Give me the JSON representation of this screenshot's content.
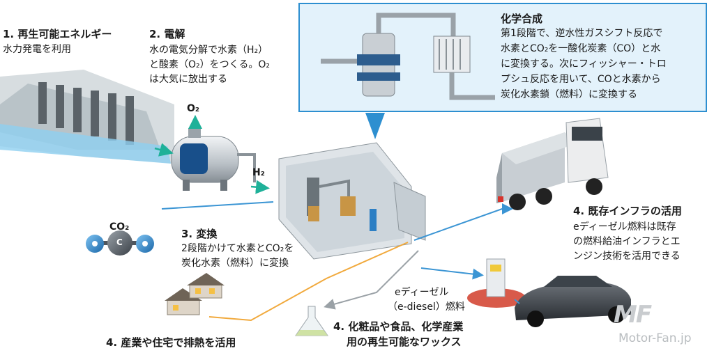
{
  "steps": {
    "energy": {
      "title": "1. 再生可能エネルギー",
      "body": "水力発電を利用"
    },
    "electrolysis": {
      "title": "2. 電解",
      "lines": [
        "水の電気分解で水素（H₂）",
        "と酸素（O₂）をつくる。O₂",
        "は大気に放出する"
      ]
    },
    "conversion": {
      "title": "3. 変換",
      "lines": [
        "2段階かけて水素とCO₂を",
        "炭化水素（燃料）に変換"
      ]
    },
    "infra": {
      "title": "4. 既存インフラの活用",
      "lines": [
        "eディーゼル燃料は既存",
        "の燃料給油インフラとエ",
        "ンジン技術を活用できる"
      ]
    },
    "waxes": {
      "lines": [
        "4. 化粧品や食品、化学産業",
        "用の再生可能なワックス"
      ]
    },
    "heat": {
      "title": "4. 産業や住宅で排熱を活用"
    }
  },
  "synthesis": {
    "title": "化学合成",
    "lines": [
      "第1段階で、逆水性ガスシフト反応で",
      "水素とCO₂を一酸化炭素（CO）と水",
      "に変換する。次にフィッシャー・トロ",
      "プシュ反応を用いて、COと水素から",
      "炭化水素鎖（燃料）に変換する"
    ]
  },
  "labels": {
    "o2": "O₂",
    "h2": "H₂",
    "co2": "CO₂",
    "co2_atom": "C"
  },
  "ediesel": {
    "line1": "eディーゼル",
    "line2": "（e-diesel）燃料"
  },
  "watermark": {
    "logo": "MF",
    "text": "Motor-Fan.jp"
  },
  "colors": {
    "flow_blue": "#3b95d4",
    "flow_green": "#1fb199",
    "flow_orange": "#f1a93c",
    "flow_gray": "#9aa1a6",
    "panel_bg": "#e3f2fb",
    "panel_border": "#2d8fd0"
  }
}
